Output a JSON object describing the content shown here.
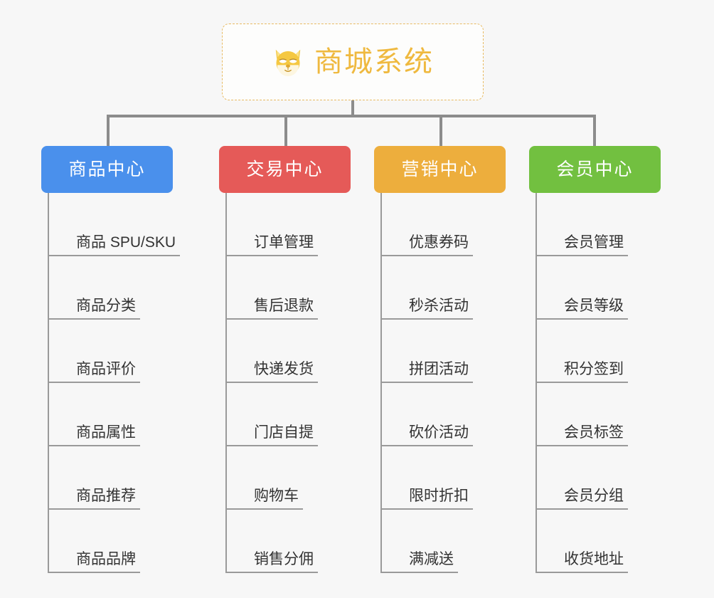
{
  "root": {
    "title": "商城系统",
    "icon": "shiba-dog-emoji",
    "border_color": "#e8bb63",
    "text_color": "#efb93f"
  },
  "connector_color": "#8c8c8c",
  "branches": [
    {
      "id": "product-center",
      "label": "商品中心",
      "color": "#4a90ec",
      "items": [
        "商品 SPU/SKU",
        "商品分类",
        "商品评价",
        "商品属性",
        "商品推荐",
        "商品品牌"
      ]
    },
    {
      "id": "trade-center",
      "label": "交易中心",
      "color": "#e55a58",
      "items": [
        "订单管理",
        "售后退款",
        "快递发货",
        "门店自提",
        "购物车",
        "销售分佣"
      ]
    },
    {
      "id": "marketing-center",
      "label": "营销中心",
      "color": "#edae3d",
      "items": [
        "优惠券码",
        "秒杀活动",
        "拼团活动",
        "砍价活动",
        "限时折扣",
        "满减送"
      ]
    },
    {
      "id": "member-center",
      "label": "会员中心",
      "color": "#72c040",
      "items": [
        "会员管理",
        "会员等级",
        "积分签到",
        "会员标签",
        "会员分组",
        "收货地址"
      ]
    }
  ]
}
